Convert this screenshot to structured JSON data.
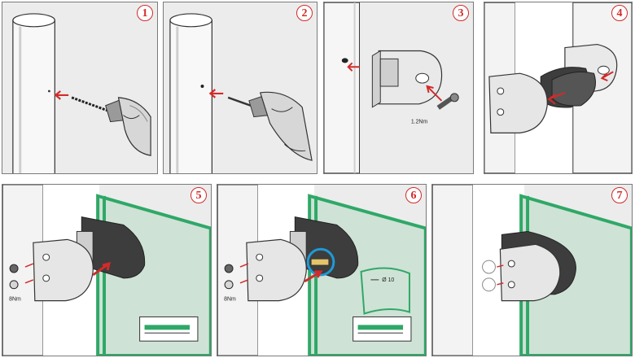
{
  "panels": [
    {
      "step": "1"
    },
    {
      "step": "2"
    },
    {
      "step": "3",
      "torque_label": "1.2Nm"
    },
    {
      "step": "4"
    },
    {
      "step": "5",
      "torque_label": "8Nm"
    },
    {
      "step": "6",
      "torque_label": "8Nm",
      "hole_label": "Ø 10"
    },
    {
      "step": "7"
    }
  ],
  "colors": {
    "accent_red": "#d32a2a",
    "glass_green": "#2fa867",
    "highlight_blue": "#1e9ad6"
  }
}
